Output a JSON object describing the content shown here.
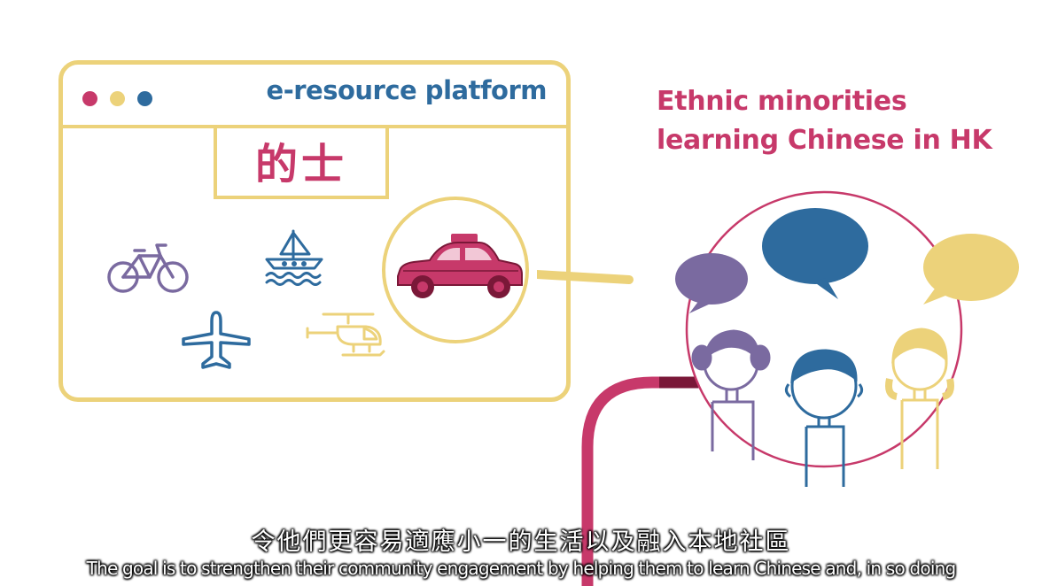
{
  "window": {
    "title": "e-resource platform",
    "word": "的士",
    "dot_colors": [
      "#c7396a",
      "#ecd27a",
      "#2e6b9e"
    ]
  },
  "icons": [
    "bicycle-icon",
    "boat-icon",
    "airplane-icon",
    "helicopter-icon",
    "taxi-icon"
  ],
  "heading": {
    "line1": "Ethnic minorities",
    "line2": "learning Chinese in HK"
  },
  "subtitles": {
    "zh": "令他們更容易適應小一的生活以及融入本地社區",
    "en": "The goal is to strengthen their community engagement by helping them to learn Chinese and, in so doing"
  },
  "colors": {
    "pink": "#c7396a",
    "yellow": "#ecd27a",
    "blue": "#2e6b9e",
    "purple": "#7a6aa0"
  }
}
